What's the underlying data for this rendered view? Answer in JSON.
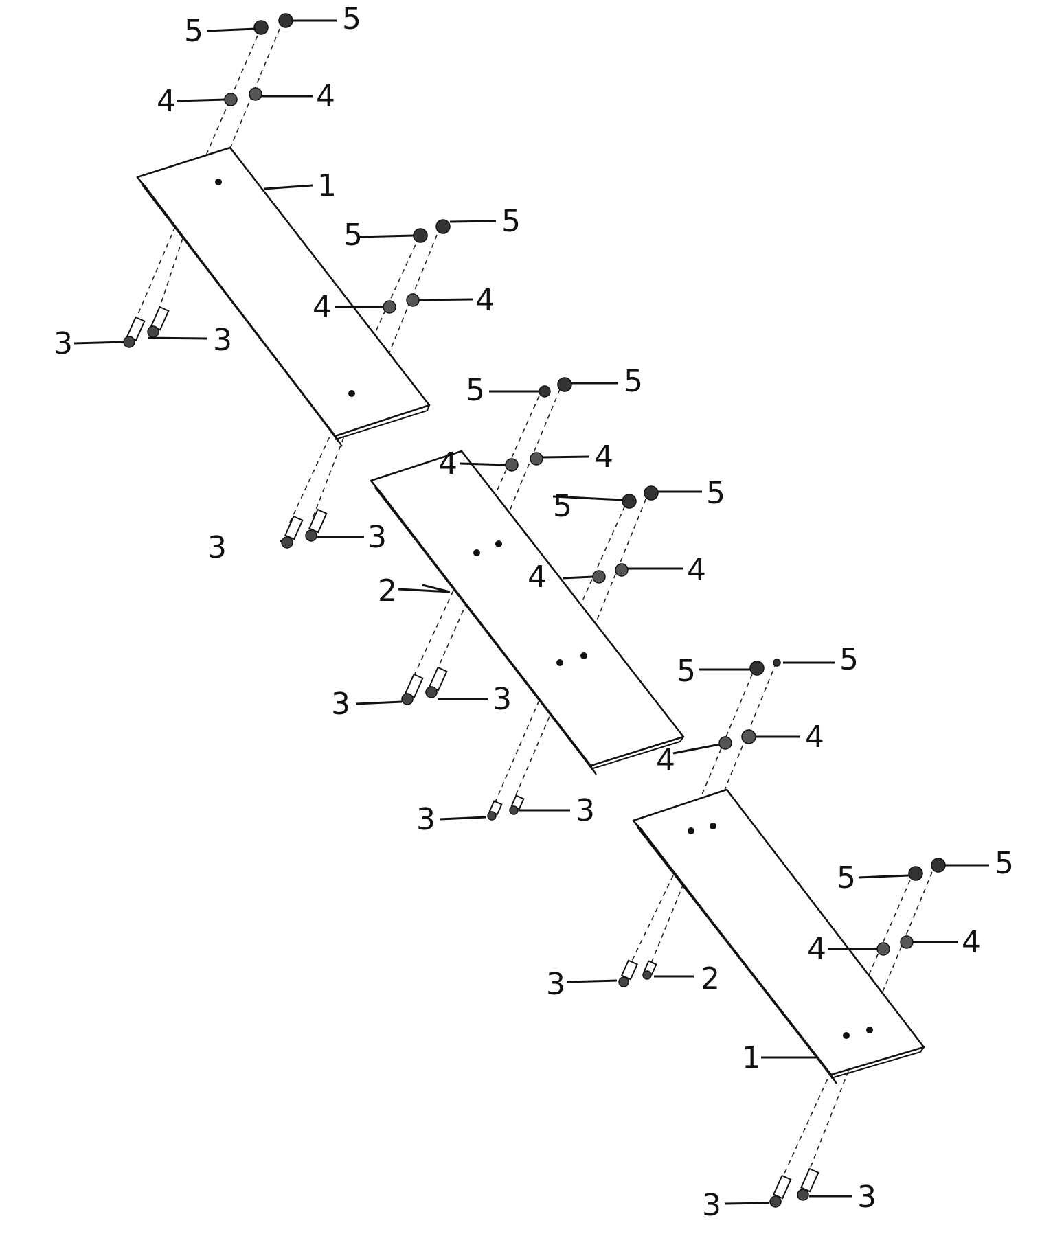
{
  "labels": {
    "p1": "1",
    "p2": "2",
    "p3": "3",
    "p4": "4",
    "p5": "5"
  }
}
